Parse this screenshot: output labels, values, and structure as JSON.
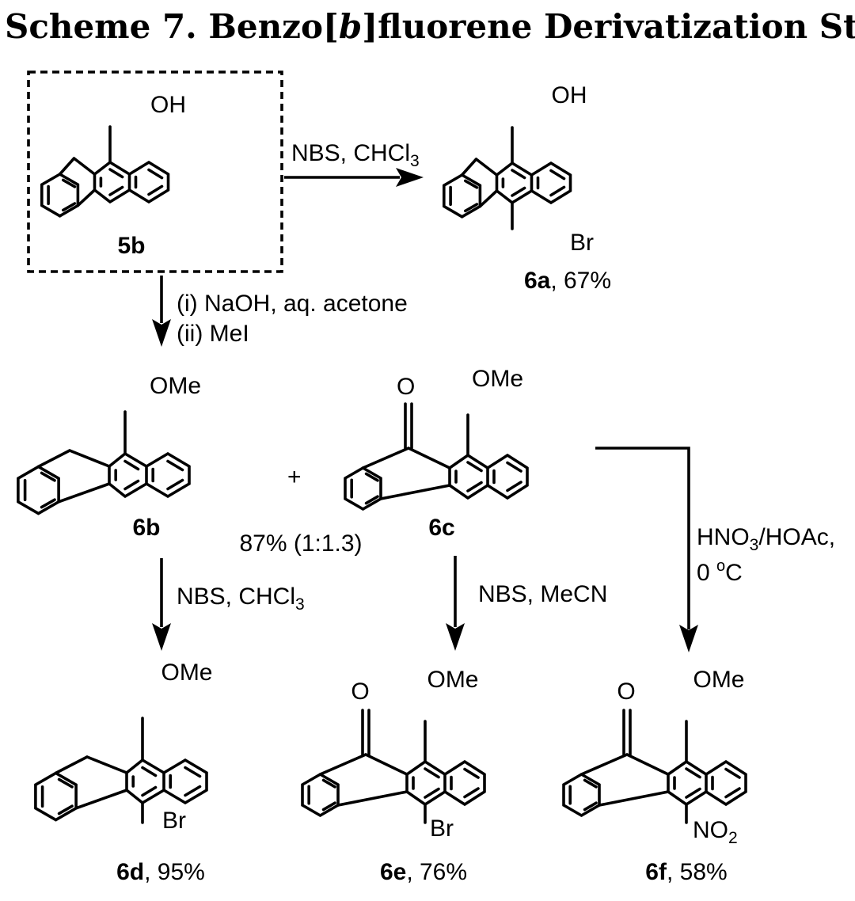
{
  "title": {
    "prefix": "Scheme 7. Benzo[",
    "italic": "b",
    "suffix": "]fluorene Derivatization Studies"
  },
  "compounds": {
    "c5b": {
      "label": "5b",
      "substituent_top": "OH"
    },
    "c6a": {
      "label": "6a",
      "yield": ", 67%",
      "substituent_top": "OH",
      "substituent_bottom": "Br"
    },
    "c6b": {
      "label": "6b",
      "substituent_top": "OMe"
    },
    "c6c": {
      "label": "6c",
      "substituent_top": "OMe",
      "carbonyl": "O"
    },
    "c6d": {
      "label": "6d",
      "yield": ", 95%",
      "substituent_top": "OMe",
      "substituent_bottom": "Br"
    },
    "c6e": {
      "label": "6e",
      "yield": ", 76%",
      "substituent_top": "OMe",
      "carbonyl": "O",
      "substituent_bottom": "Br"
    },
    "c6f": {
      "label": "6f",
      "yield": ", 58%",
      "substituent_top": "OMe",
      "carbonyl": "O",
      "substituent_bottom": "NO",
      "substituent_bottom_sub": "2"
    }
  },
  "plus_sign": "+",
  "combined_yield": "87% (1:1.3)",
  "reagents": {
    "to_6a": {
      "main": "NBS, CHCl",
      "sub": "3"
    },
    "to_6b6c": {
      "line1": "(i) NaOH, aq. acetone",
      "line2": "(ii) MeI"
    },
    "to_6d": {
      "main": "NBS, CHCl",
      "sub": "3"
    },
    "to_6e": "NBS, MeCN",
    "to_6f": {
      "p1": "HNO",
      "p1_sub": "3",
      "p2": "/HOAc,",
      "line2_a": "0 ",
      "line2_sup": "o",
      "line2_b": "C"
    }
  }
}
